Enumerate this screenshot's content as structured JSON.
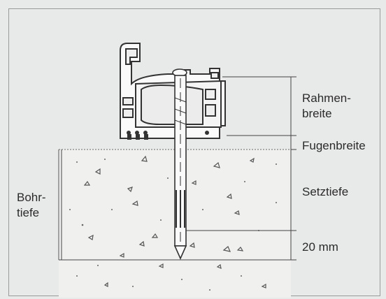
{
  "labels": {
    "frame_width": "Rahmen-\nbreite",
    "joint_width": "Fugenbreite",
    "setting_depth": "Setztiefe",
    "distance": "20 mm",
    "drill_depth": "Bohr-\ntiefe"
  },
  "colors": {
    "background": "#e8e9e9",
    "line": "#3a3a3a",
    "concrete_fill": "#f1f1f0",
    "speckle": "#555555"
  }
}
